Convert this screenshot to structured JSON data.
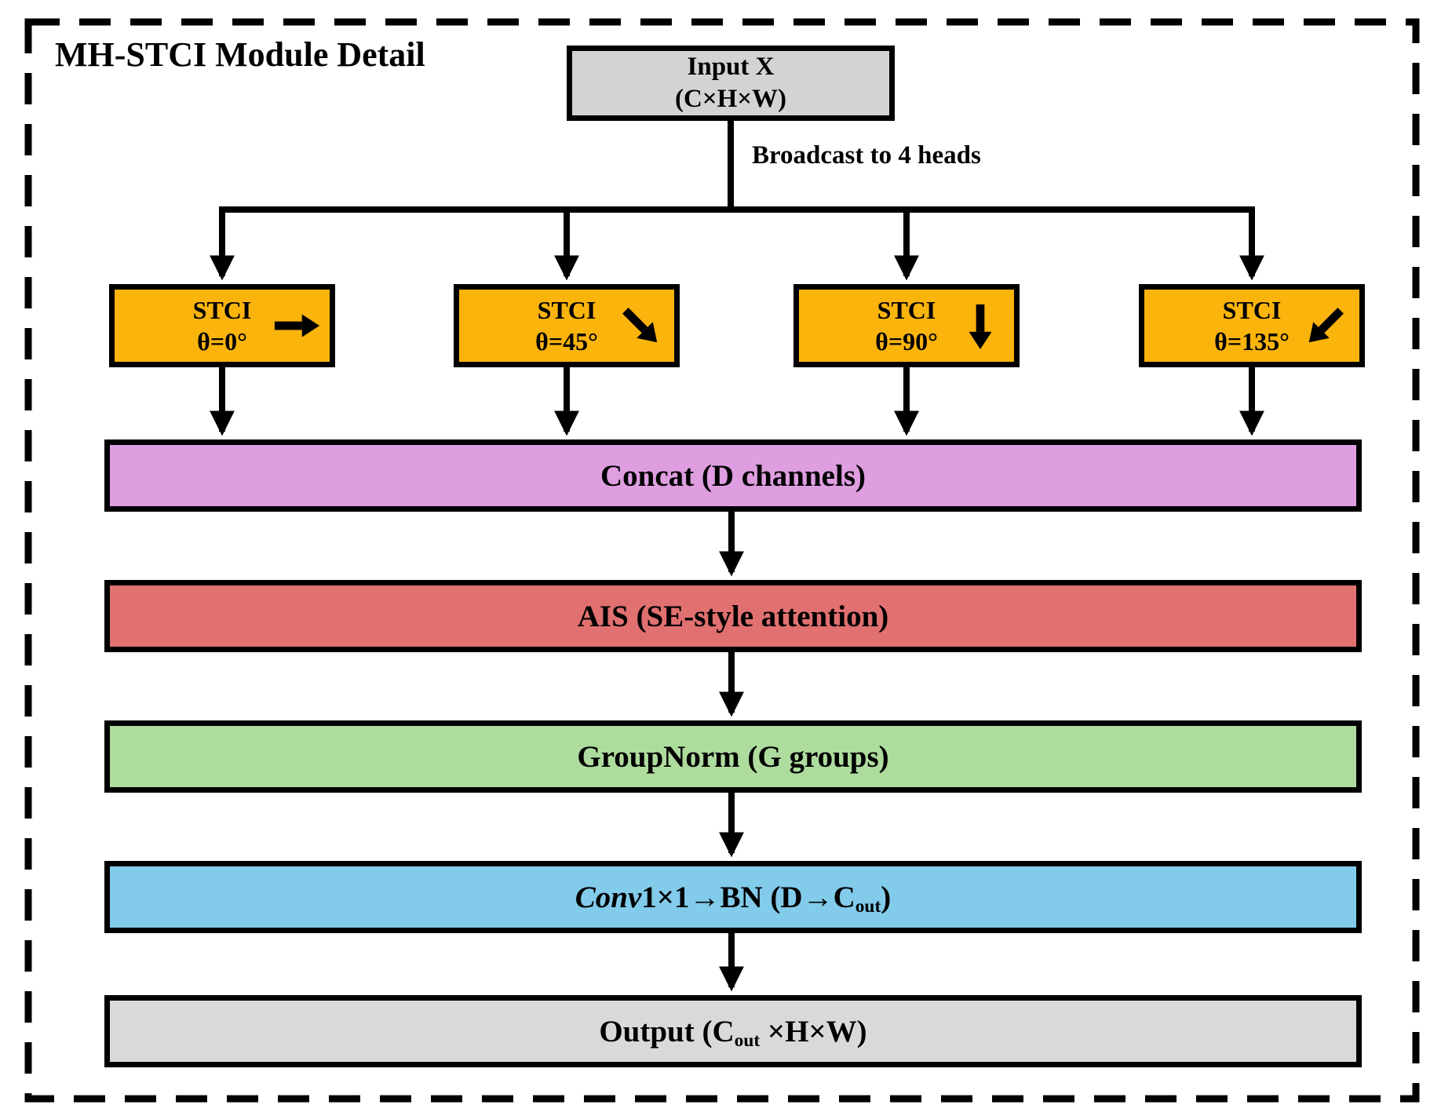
{
  "title": "MH-STCI Module Detail",
  "input_box": {
    "line1": "Input X",
    "line2": "(C×H×W)"
  },
  "broadcast_label": "Broadcast to 4 heads",
  "heads": [
    {
      "name": "STCI",
      "theta": "θ=0°",
      "direction": "right"
    },
    {
      "name": "STCI",
      "theta": "θ=45°",
      "direction": "down-right"
    },
    {
      "name": "STCI",
      "theta": "θ=90°",
      "direction": "down"
    },
    {
      "name": "STCI",
      "theta": "θ=135°",
      "direction": "down-left"
    }
  ],
  "bars": {
    "concat": "Concat (D channels)",
    "ais": "AIS (SE-style attention)",
    "groupnorm": "GroupNorm (G groups)",
    "conv": {
      "italic": "Conv",
      "mid": "1×1→BN (D→C",
      "sub": "out",
      "end": ")"
    },
    "output": {
      "pre": "Output (C",
      "sub": "out",
      "post": " ×H×W)"
    }
  },
  "colors": {
    "head_fill": "#FBB40C",
    "concat_fill": "#DE9EE0",
    "ais_fill": "#E17070",
    "groupnorm_fill": "#AEDC9E",
    "conv_fill": "#82CBEA",
    "io_fill": "#D3D3D3",
    "line": "#000000"
  }
}
